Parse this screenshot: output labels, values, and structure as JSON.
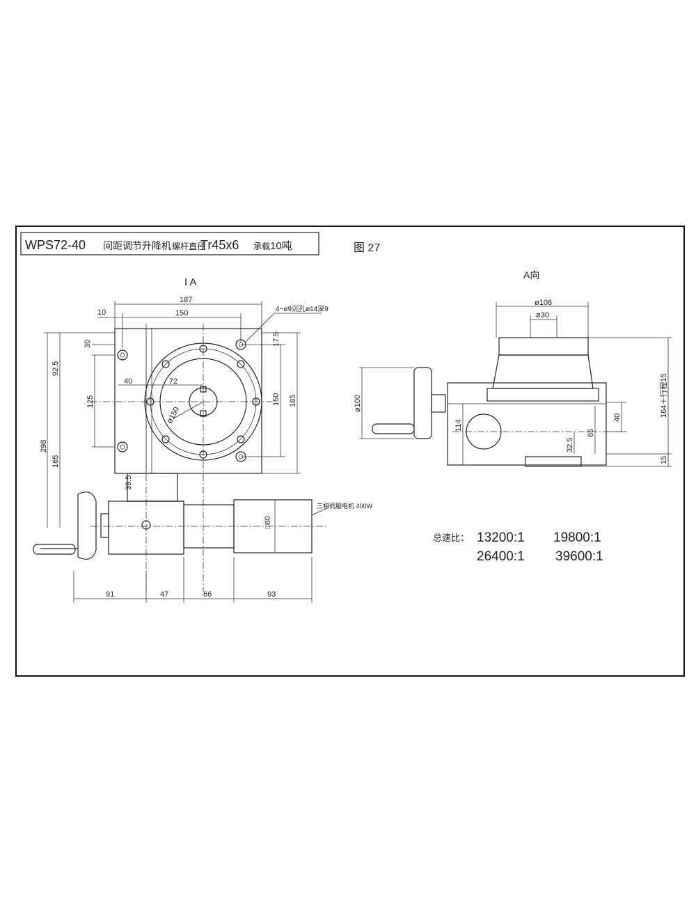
{
  "title_block": {
    "model": "WPS72-40",
    "name": "间距调节升降机",
    "screw_label": "螺杆直径",
    "screw_value": "Tr45x6",
    "load_label": "承载",
    "load_value": "10吨"
  },
  "figure_number": "图 27",
  "views": {
    "left_title": "I A",
    "right_title": "A向"
  },
  "left_dims": {
    "d187": "187",
    "d10": "10",
    "d150_top": "150",
    "holes": "4~ø9沉孔ø14深9",
    "d30": "30",
    "d17_5": "17.5",
    "d92_5": "92.5",
    "d40": "40",
    "d72": "72",
    "d125": "125",
    "d150_v": "150",
    "d185": "185",
    "d298": "298",
    "d165": "165",
    "d150_dia": "ø150",
    "d39_5": "39.5",
    "d60": "□60",
    "motor": "三相伺服电机 400W",
    "d91": "91",
    "d47": "47",
    "d66": "66",
    "d93": "93"
  },
  "right_dims": {
    "d108": "ø108",
    "d30": "ø30",
    "d100": "ø100",
    "d114": "114",
    "d40": "40",
    "d65": "65",
    "d32_5": "32.5",
    "d164": "164＋行程15",
    "d15": "15"
  },
  "ratios": {
    "label": "总速比：",
    "values": [
      "13200:1",
      "19800:1",
      "26400:1",
      "39600:1"
    ]
  }
}
